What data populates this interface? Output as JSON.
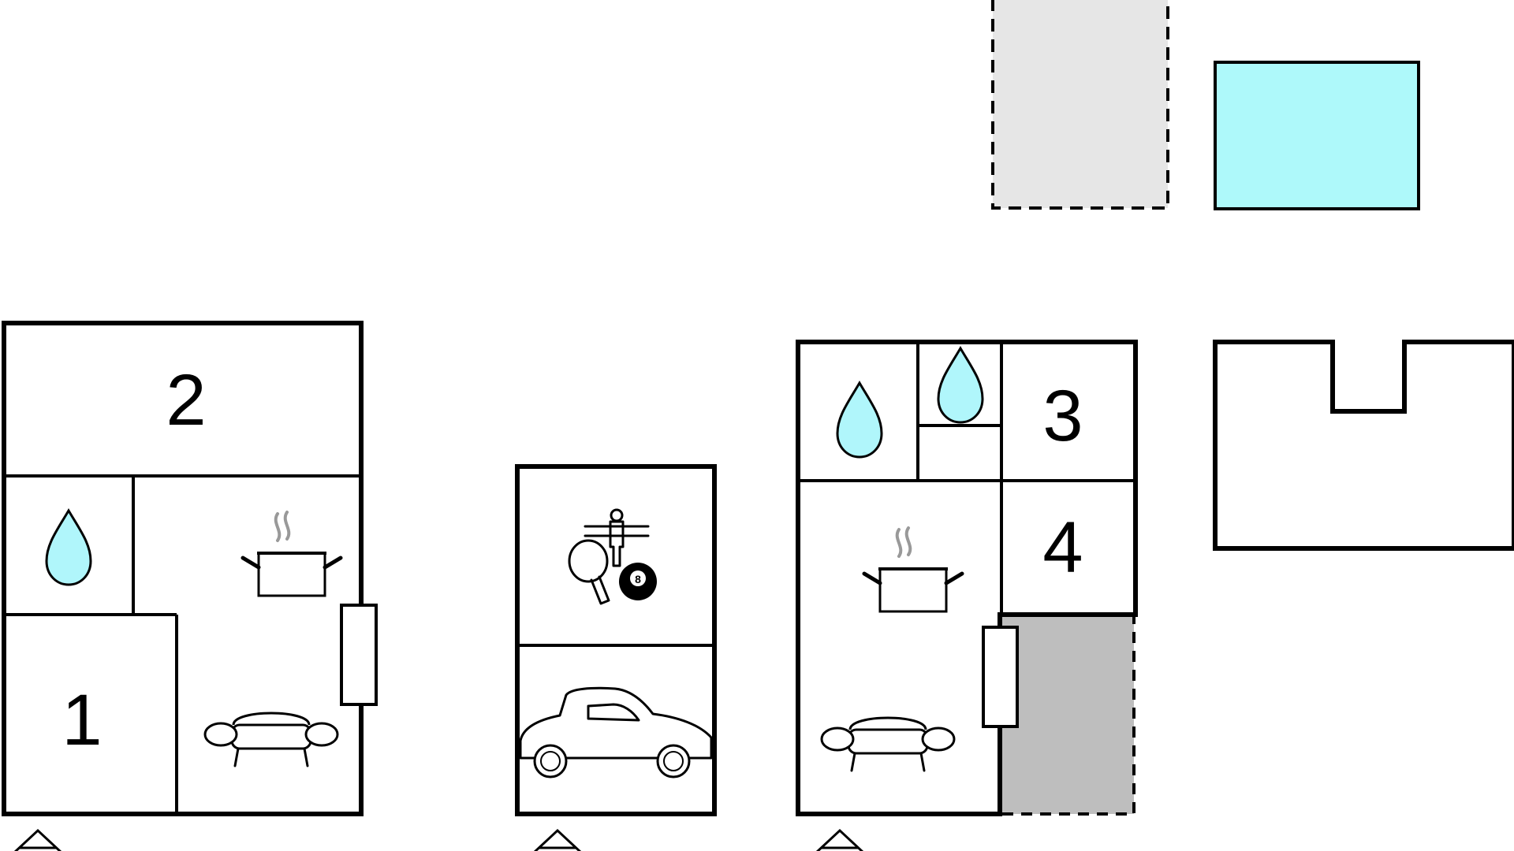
{
  "colors": {
    "water": "#b0f6fb",
    "pool": "#aef9fa",
    "terrace": "#e6e6e6",
    "carport": "#bebebe",
    "steam": "#999999",
    "walls": "#000000"
  },
  "rooms": {
    "room_1": "1",
    "room_2": "2",
    "room_3": "3",
    "room_4": "4"
  },
  "icons": {
    "bathroom": "water-drop-icon",
    "kitchen": "cooking-pot-icon",
    "living": "sofa-icon",
    "garage": "car-icon",
    "recreation": "table-soccer-icon",
    "table_tennis": "ping-pong-paddle-icon",
    "billiards": "eight-ball-icon",
    "billiards_label": "8",
    "entrance": "entrance-triangle-icon"
  }
}
